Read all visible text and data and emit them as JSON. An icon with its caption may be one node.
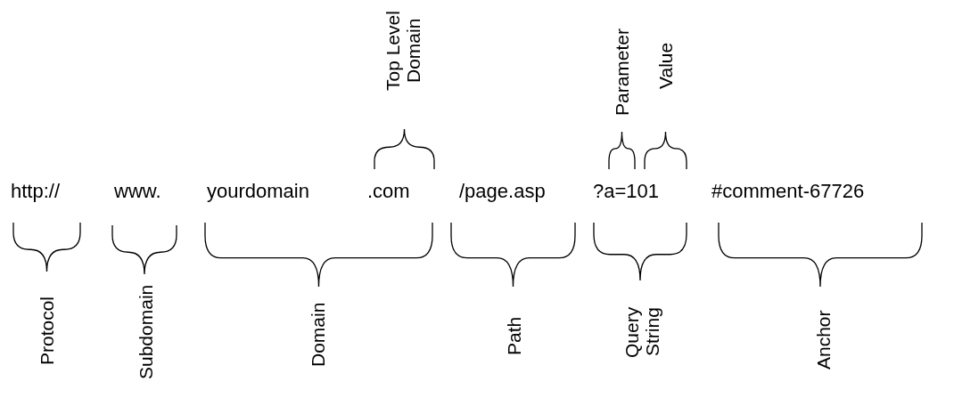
{
  "diagram": {
    "labels": [
      "Top Level Domain",
      "Parameter",
      "Value",
      "http://",
      "www.",
      "yourdomain",
      ".com",
      "/page.asp",
      "?a=101",
      "#comment-67726",
      "Protocol",
      "Subdomain",
      "Domain",
      "Path",
      "Query String",
      "Anchor"
    ]
  }
}
